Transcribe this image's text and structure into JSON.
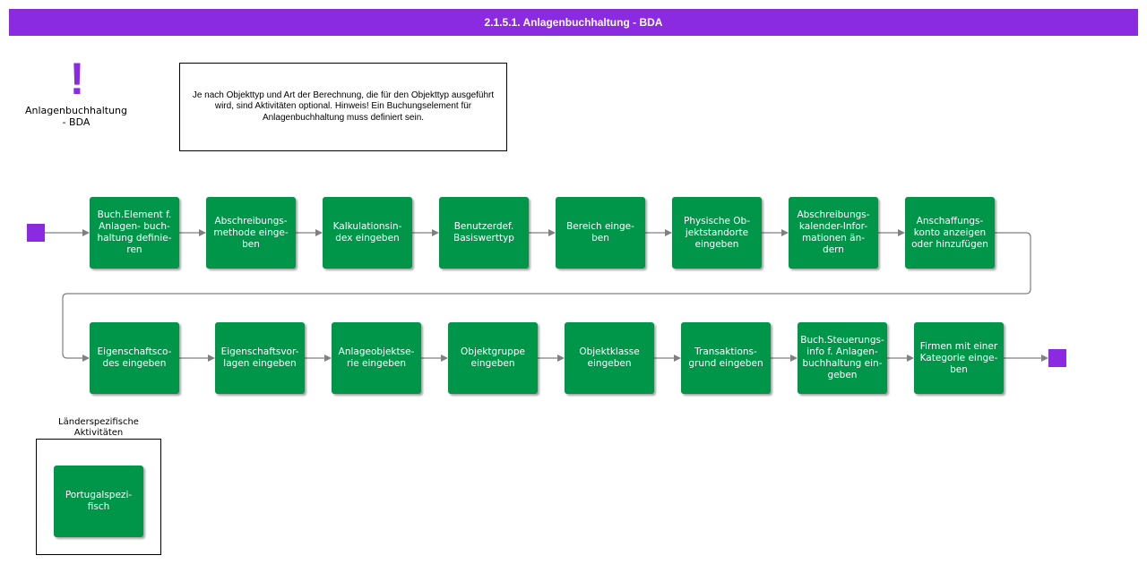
{
  "header": {
    "title": "2.1.5.1. Anlagenbuchhaltung - BDA"
  },
  "note": {
    "icon": "exclamation-icon",
    "label": "Anlagenbuchhaltung\n- BDA",
    "text": "Je nach Objekttyp und Art der Berechnung, die für den Objekttyp ausgeführt wird, sind Aktivitäten optional. Hinweis! Ein Buchungselement für Anlagenbuchhaltung muss definiert sein."
  },
  "row1": [
    "Buch.Element f.\nAnlagen- buch-\nhaltung definie-\nren",
    "Abschreibungs-\nmethode einge-\nben",
    "Kalkulationsin-\ndex eingeben",
    "Benutzerdef.\nBasiswerttyp",
    "Bereich einge-\nben",
    "Physische Ob-\njektstandorte\neingeben",
    "Abschreibungs-\nkalender-Infor-\nmationen än-\ndern",
    "Anschaffungs-\nkonto anzeigen\noder hinzufügen"
  ],
  "row2": [
    "Eigenschaftsco-\ndes eingeben",
    "Eigenschaftsvor-\nlagen eingeben",
    "Anlageobjektse-\nrie eingeben",
    "Objektgruppe\neingeben",
    "Objektklasse\neingeben",
    "Transaktions-\ngrund eingeben",
    "Buch.Steuerungs-\ninfo f. Anlagen-\nbuchhaltung ein-\ngeben",
    "Firmen mit einer\nKategorie einge-\nben"
  ],
  "group": {
    "label": "Länderspezifische\nAktivitäten",
    "task": "Portugalspezi-\nfisch"
  },
  "colors": {
    "accent": "#8a2be2",
    "task": "#00964a",
    "connector": "#808080"
  }
}
